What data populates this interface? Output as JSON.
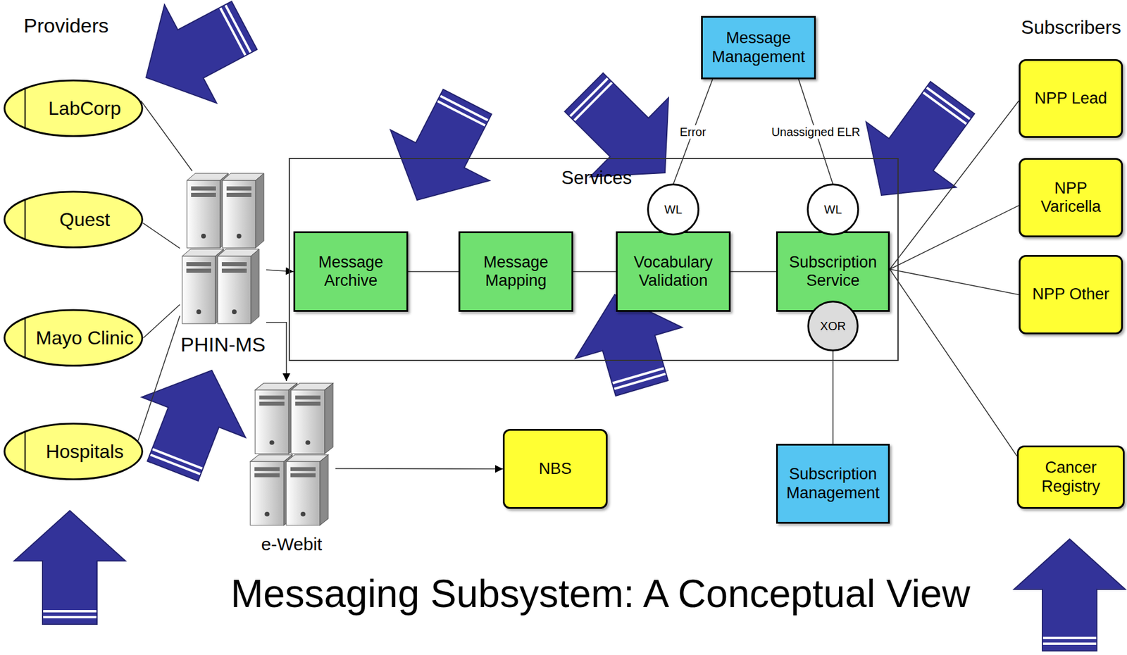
{
  "diagram": {
    "caption": "Messaging Subsystem: A Conceptual View",
    "nodes": [
      {
        "text": [
          "LabCorp"
        ]
      },
      {
        "text": [
          "Quest"
        ]
      },
      {
        "text": [
          "Mayo Clinic"
        ]
      },
      {
        "text": [
          "Hospitals"
        ]
      },
      {
        "text": [
          "PHIN-MS"
        ]
      },
      {
        "text": [
          "Services"
        ]
      },
      {
        "text": [
          "Message Archive"
        ],
        "in": 5
      },
      {
        "text": [
          "Message Mapping"
        ],
        "in": 5
      },
      {
        "text": [
          "Vocabulary Validation"
        ],
        "in": 5
      },
      {
        "text": [
          "WL"
        ],
        "in": 5
      },
      {
        "text": [
          "Subscription Service"
        ],
        "in": 5
      },
      {
        "text": [
          "WL"
        ],
        "in": 5
      },
      {
        "text": [
          "XOR"
        ],
        "in": 5
      },
      {
        "text": [
          "Message Management"
        ]
      },
      {
        "text": [
          "e-Webit"
        ]
      },
      {
        "text": [
          "NBS"
        ]
      },
      {
        "text": [
          "Subscription Management"
        ]
      },
      {
        "text": [
          "NPP Lead"
        ]
      },
      {
        "text": [
          "NPP Varicella"
        ]
      },
      {
        "text": [
          "NPP Other"
        ]
      },
      {
        "text": [
          "Cancer Registry"
        ]
      }
    ],
    "edges": [
      {
        "from": 0,
        "to": 4,
        "arrow": "none"
      },
      {
        "from": 1,
        "to": 4,
        "arrow": "none"
      },
      {
        "from": 2,
        "to": 4,
        "arrow": "none"
      },
      {
        "from": 3,
        "to": 4,
        "arrow": "none"
      },
      {
        "from": 4,
        "to": 6,
        "arrow": "to"
      },
      {
        "from": 4,
        "to": 14,
        "arrow": "to"
      },
      {
        "from": 14,
        "to": 15,
        "arrow": "to"
      },
      {
        "from": 6,
        "to": 7,
        "arrow": "none"
      },
      {
        "from": 7,
        "to": 8,
        "arrow": "none"
      },
      {
        "from": 8,
        "to": 10,
        "arrow": "none"
      },
      {
        "from": 13,
        "to": 9,
        "label": "Error",
        "arrow": "none"
      },
      {
        "from": 13,
        "to": 11,
        "label": "Unassigned ELR",
        "arrow": "none"
      },
      {
        "from": 10,
        "to": 17,
        "arrow": "none"
      },
      {
        "from": 10,
        "to": 18,
        "arrow": "none"
      },
      {
        "from": 10,
        "to": 19,
        "arrow": "none"
      },
      {
        "from": 10,
        "to": 20,
        "arrow": "none"
      },
      {
        "from": 12,
        "to": 16,
        "arrow": "none"
      }
    ],
    "labels": [
      "Providers",
      "Subscribers"
    ]
  }
}
